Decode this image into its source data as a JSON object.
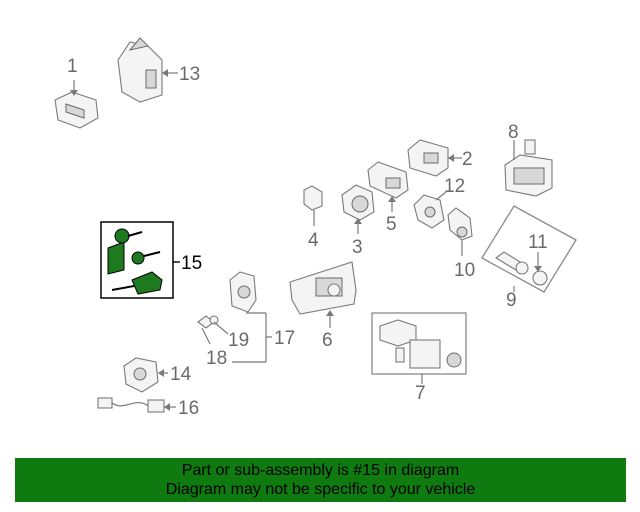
{
  "callouts": [
    "1",
    "2",
    "3",
    "4",
    "5",
    "6",
    "7",
    "8",
    "9",
    "10",
    "11",
    "12",
    "13",
    "14",
    "15",
    "16",
    "17",
    "18",
    "19"
  ],
  "highlight_color": "#0f7a0f",
  "banner": {
    "line1": "Part or sub-assembly is #15 in diagram",
    "line2": "Diagram may not be specific to your vehicle"
  }
}
